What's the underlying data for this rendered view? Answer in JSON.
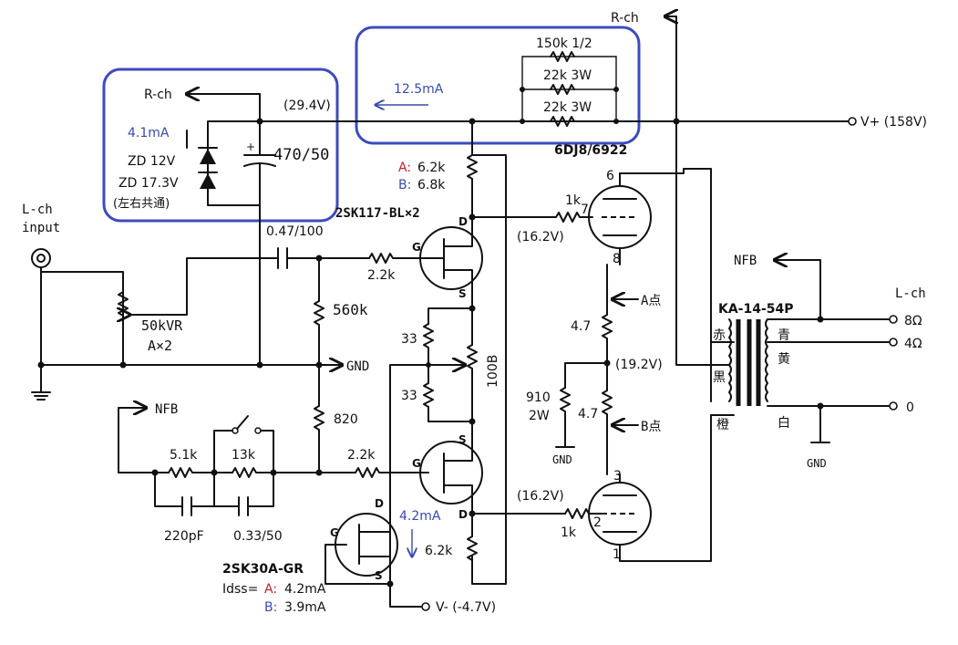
{
  "labels": {
    "rch_top": "R-ch",
    "rch_left": "R-ch",
    "v294": "(29.4V)",
    "i41": "4.1mA",
    "zd12": "ZD 12V",
    "zd173": "ZD 17.3V",
    "common": "(左右共通)",
    "cap470": "470/50",
    "i125": "12.5mA",
    "r150k": "150k 1/2",
    "r22k_a": "22k 3W",
    "r22k_b": "22k 3W",
    "vplus": "V+ (158V)",
    "tube_type": "6DJ8/6922",
    "a_label": "A:",
    "a_val": "6.2k",
    "b_label": "B:",
    "b_val": "6.8k",
    "fet_top": "2SK117-BL×2",
    "lch_input": "L-ch\ninput",
    "cap047": "0.47/100",
    "r22k_gate": "2.2k",
    "r560k": "560k",
    "vr": "50kVR\nA×2",
    "gnd_mid": "GND",
    "r33a": "33",
    "r33b": "33",
    "r100b": "100B",
    "nfb_left": "NFB",
    "r820": "820",
    "r51k": "5.1k",
    "r13k": "13k",
    "r22k_low": "2.2k",
    "c220p": "220pF",
    "c033": "0.33/50",
    "fet_cs": "2SK30A-GR",
    "idss": "Idss=",
    "idss_a_lbl": "A:",
    "idss_a": "4.2mA",
    "idss_b_lbl": "B:",
    "idss_b": "3.9mA",
    "i42": "4.2mA",
    "r62k_low": "6.2k",
    "vminus": "V- (-4.7V)",
    "r1k_top": "1k",
    "v162_top": "(16.2V)",
    "r1k_bot": "1k",
    "v162_bot": "(16.2V)",
    "pin7": "7",
    "pin6": "6",
    "pin8": "8",
    "pin3": "3",
    "pin2": "2",
    "pin1": "1",
    "pt_a": "A点",
    "pt_b": "B点",
    "r47a": "4.7",
    "r47b": "4.7",
    "v192": "(19.2V)",
    "r910": "910\n2W",
    "gnd_tube": "GND",
    "nfb_right": "NFB",
    "xfmr": "KA-14-54P",
    "c_red": "赤",
    "c_black": "黒",
    "c_orange": "橙",
    "c_blue": "青",
    "c_yellow": "黄",
    "c_white": "白",
    "lch_out": "L-ch",
    "o8": "8Ω",
    "o4": "4Ω",
    "o0": "0",
    "gnd_out": "GND",
    "pin_g1": "G",
    "pin_d1": "D",
    "pin_s1": "S",
    "pin_g2": "G",
    "pin_s2": "S",
    "pin_d2": "D",
    "pin_g3": "G",
    "pin_d3": "D",
    "pin_s3": "S"
  },
  "colors": {
    "highlight_box": "#3c4bbd",
    "blue_text": "#3a4aa8",
    "red_text": "#c0202a"
  }
}
